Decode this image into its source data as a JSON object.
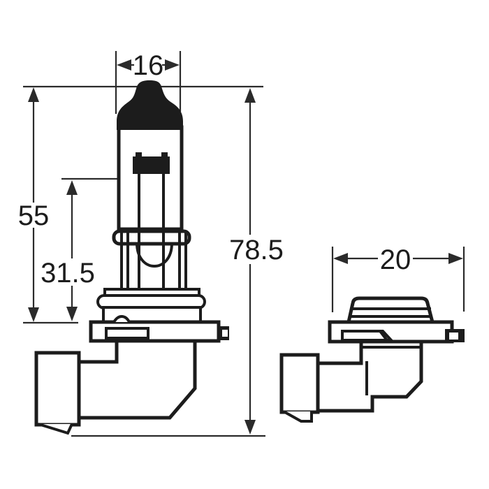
{
  "diagram": {
    "type": "technical-drawing",
    "subject": "halogen-bulb-two-view-dimensioned-drawing",
    "background_color": "#ffffff",
    "line_color": "#1c1c1c",
    "dimensions": {
      "bulb_width": "16",
      "glass_height": "55",
      "filament_height": "31.5",
      "overall_height": "78.5",
      "base_width": "20"
    }
  }
}
